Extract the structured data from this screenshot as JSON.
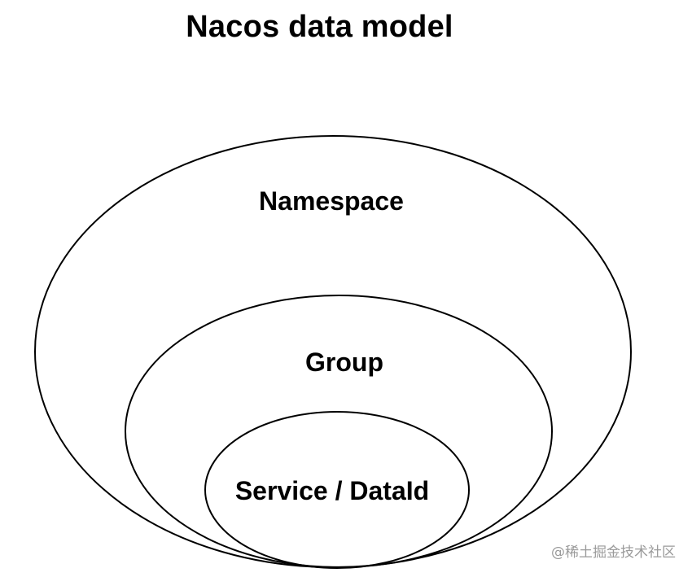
{
  "title": "Nacos data model",
  "diagram": {
    "levels": [
      {
        "id": "namespace",
        "label": "Namespace"
      },
      {
        "id": "group",
        "label": "Group"
      },
      {
        "id": "service",
        "label": "Service / DataId"
      }
    ],
    "relation": "nested",
    "stroke_color": "#000000",
    "fill_color": "#ffffff"
  },
  "watermark": "@稀土掘金技术社区"
}
